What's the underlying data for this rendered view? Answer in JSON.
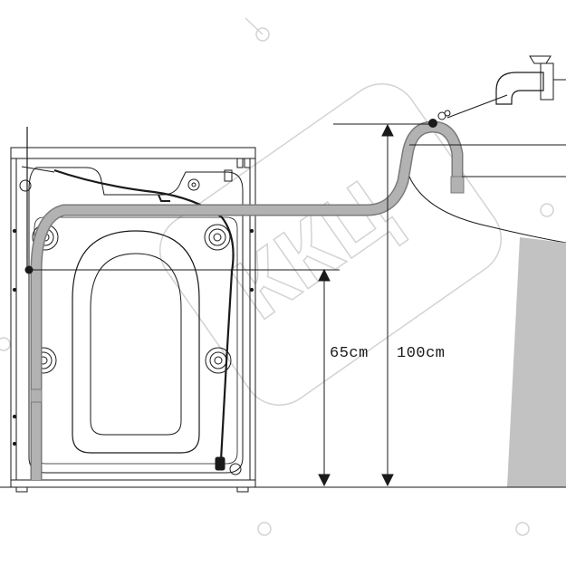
{
  "diagram": {
    "dimensions": [
      {
        "id": "height-hose-bend",
        "label": "65cm"
      },
      {
        "id": "height-sink-rim",
        "label": "100cm"
      }
    ],
    "watermark_text": "ККЦ",
    "colors": {
      "line": "#1a1a1a",
      "hose": "#a8a8a8",
      "hose_outline": "#7a7a7a",
      "cabinet_shadow": "#c2c2c2",
      "watermark": "#d0d0d0"
    }
  }
}
